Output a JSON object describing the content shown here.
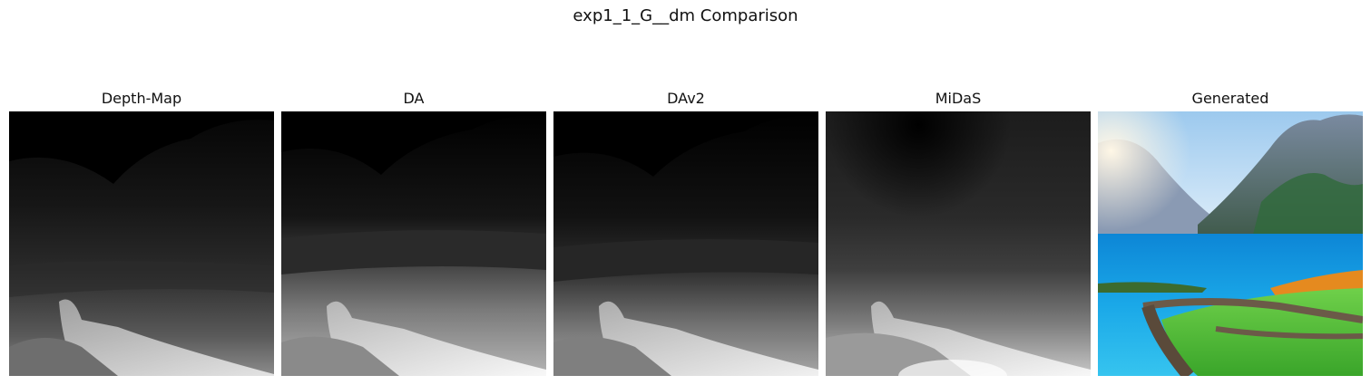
{
  "figure": {
    "title": "exp1_1_G__dm Comparison"
  },
  "panels": [
    {
      "title": "Depth-Map",
      "kind": "depth-grayscale"
    },
    {
      "title": "DA",
      "kind": "depth-grayscale"
    },
    {
      "title": "DAv2",
      "kind": "depth-grayscale"
    },
    {
      "title": "MiDaS",
      "kind": "depth-grayscale"
    },
    {
      "title": "Generated",
      "kind": "landscape-photo"
    }
  ]
}
